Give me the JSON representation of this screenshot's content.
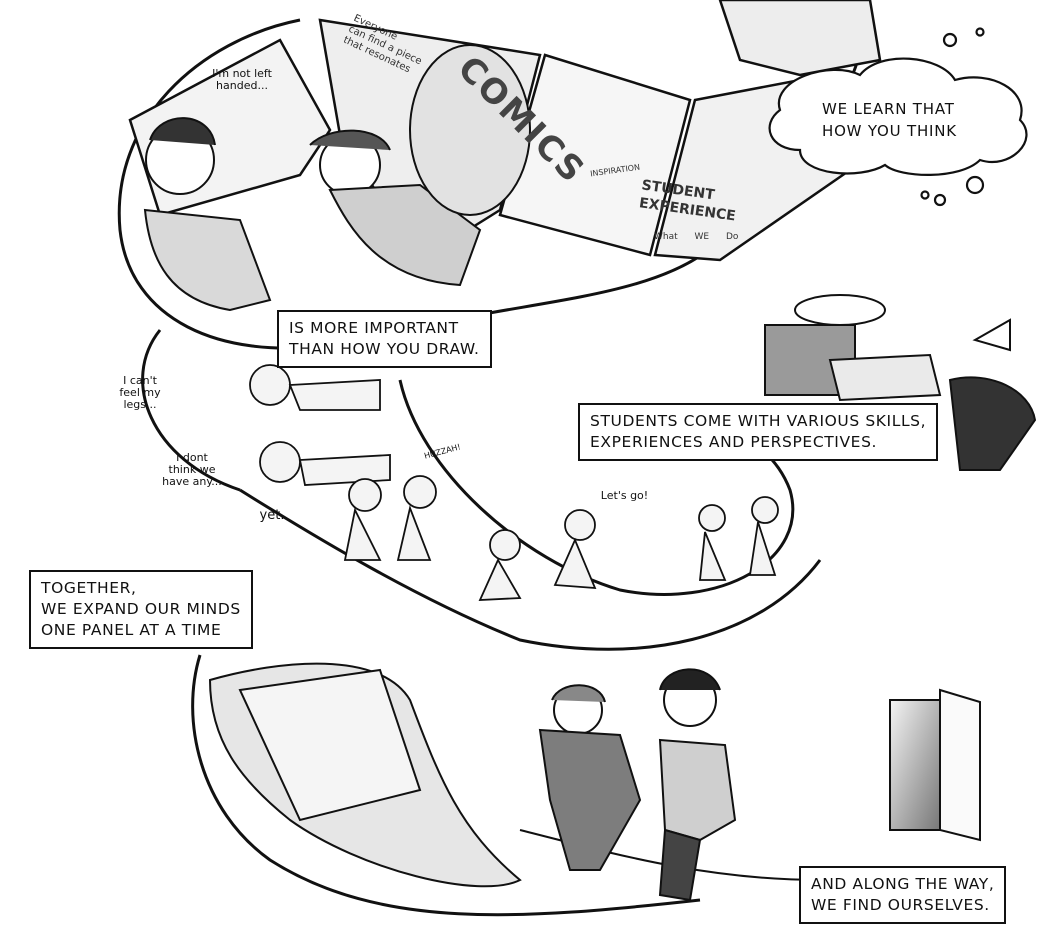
{
  "captions": {
    "learn_cloud": {
      "line1": "WE LEARN THAT",
      "line2": "HOW YOU THINK"
    },
    "important": {
      "line1": "IS MORE IMPORTANT",
      "line2": "THAN HOW YOU DRAW."
    },
    "students": {
      "line1": "STUDENTS COME WITH VARIOUS SKILLS,",
      "line2": "EXPERIENCES AND PERSPECTIVES."
    },
    "together": {
      "line1": "TOGETHER,",
      "line2": "WE EXPAND OUR MINDS",
      "line3": "ONE PANEL AT A TIME"
    },
    "along": {
      "line1": "AND ALONG THE WAY,",
      "line2": "WE FIND OURSELVES."
    }
  },
  "bubbles": {
    "left_handed": {
      "line1": "I'm not left",
      "line2": "handed..."
    },
    "legs": {
      "line1": "I can't",
      "line2": "feel my",
      "line3": "legs..."
    },
    "dont_think": {
      "line1": "I dont",
      "line2": "think we",
      "line3": "have any..."
    },
    "yet": "yet.",
    "lets_go": "Let's go!",
    "huzzah": "HUZZAH!"
  },
  "panel_text": {
    "everyone": {
      "line1": "Everyone",
      "line2": "can find a piece",
      "line3": "that resonates"
    },
    "comics": "COMICS",
    "student_experience": {
      "line1": "STUDENT",
      "line2": "EXPERIENCE"
    },
    "what_we_do": [
      "What",
      "WE",
      "Do"
    ],
    "inspiration": "INSPIRATION"
  }
}
